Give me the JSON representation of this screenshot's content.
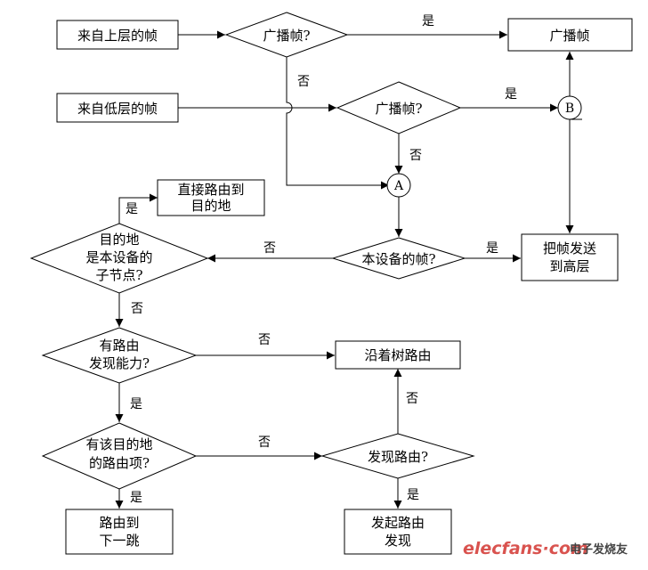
{
  "nodes": {
    "upper_frame": "来自上层的帧",
    "lower_frame": "来自低层的帧",
    "q_broadcast_1": "广播帧?",
    "q_broadcast_2": "广播帧?",
    "broadcast_frame": "广播帧",
    "connector_a": "A",
    "connector_b": "B",
    "direct_route": [
      "直接路由到",
      "目的地"
    ],
    "q_child_node": [
      "目的地",
      "是本设备的",
      "子节点?"
    ],
    "q_this_device": "本设备的帧?",
    "send_upper": [
      "把帧发送",
      "到高层"
    ],
    "q_route_discovery": [
      "有路由",
      "发现能力?"
    ],
    "route_along_tree": "沿着树路由",
    "q_route_entry": [
      "有该目的地",
      "的路由项?"
    ],
    "q_discover_route": "发现路由?",
    "route_next_hop": [
      "路由到",
      "下一跳"
    ],
    "start_discovery": [
      "发起路由",
      "发现"
    ]
  },
  "edges": {
    "yes": "是",
    "no": "否"
  },
  "watermark": {
    "domain": "elecfans·com",
    "name": "电子发烧友"
  }
}
